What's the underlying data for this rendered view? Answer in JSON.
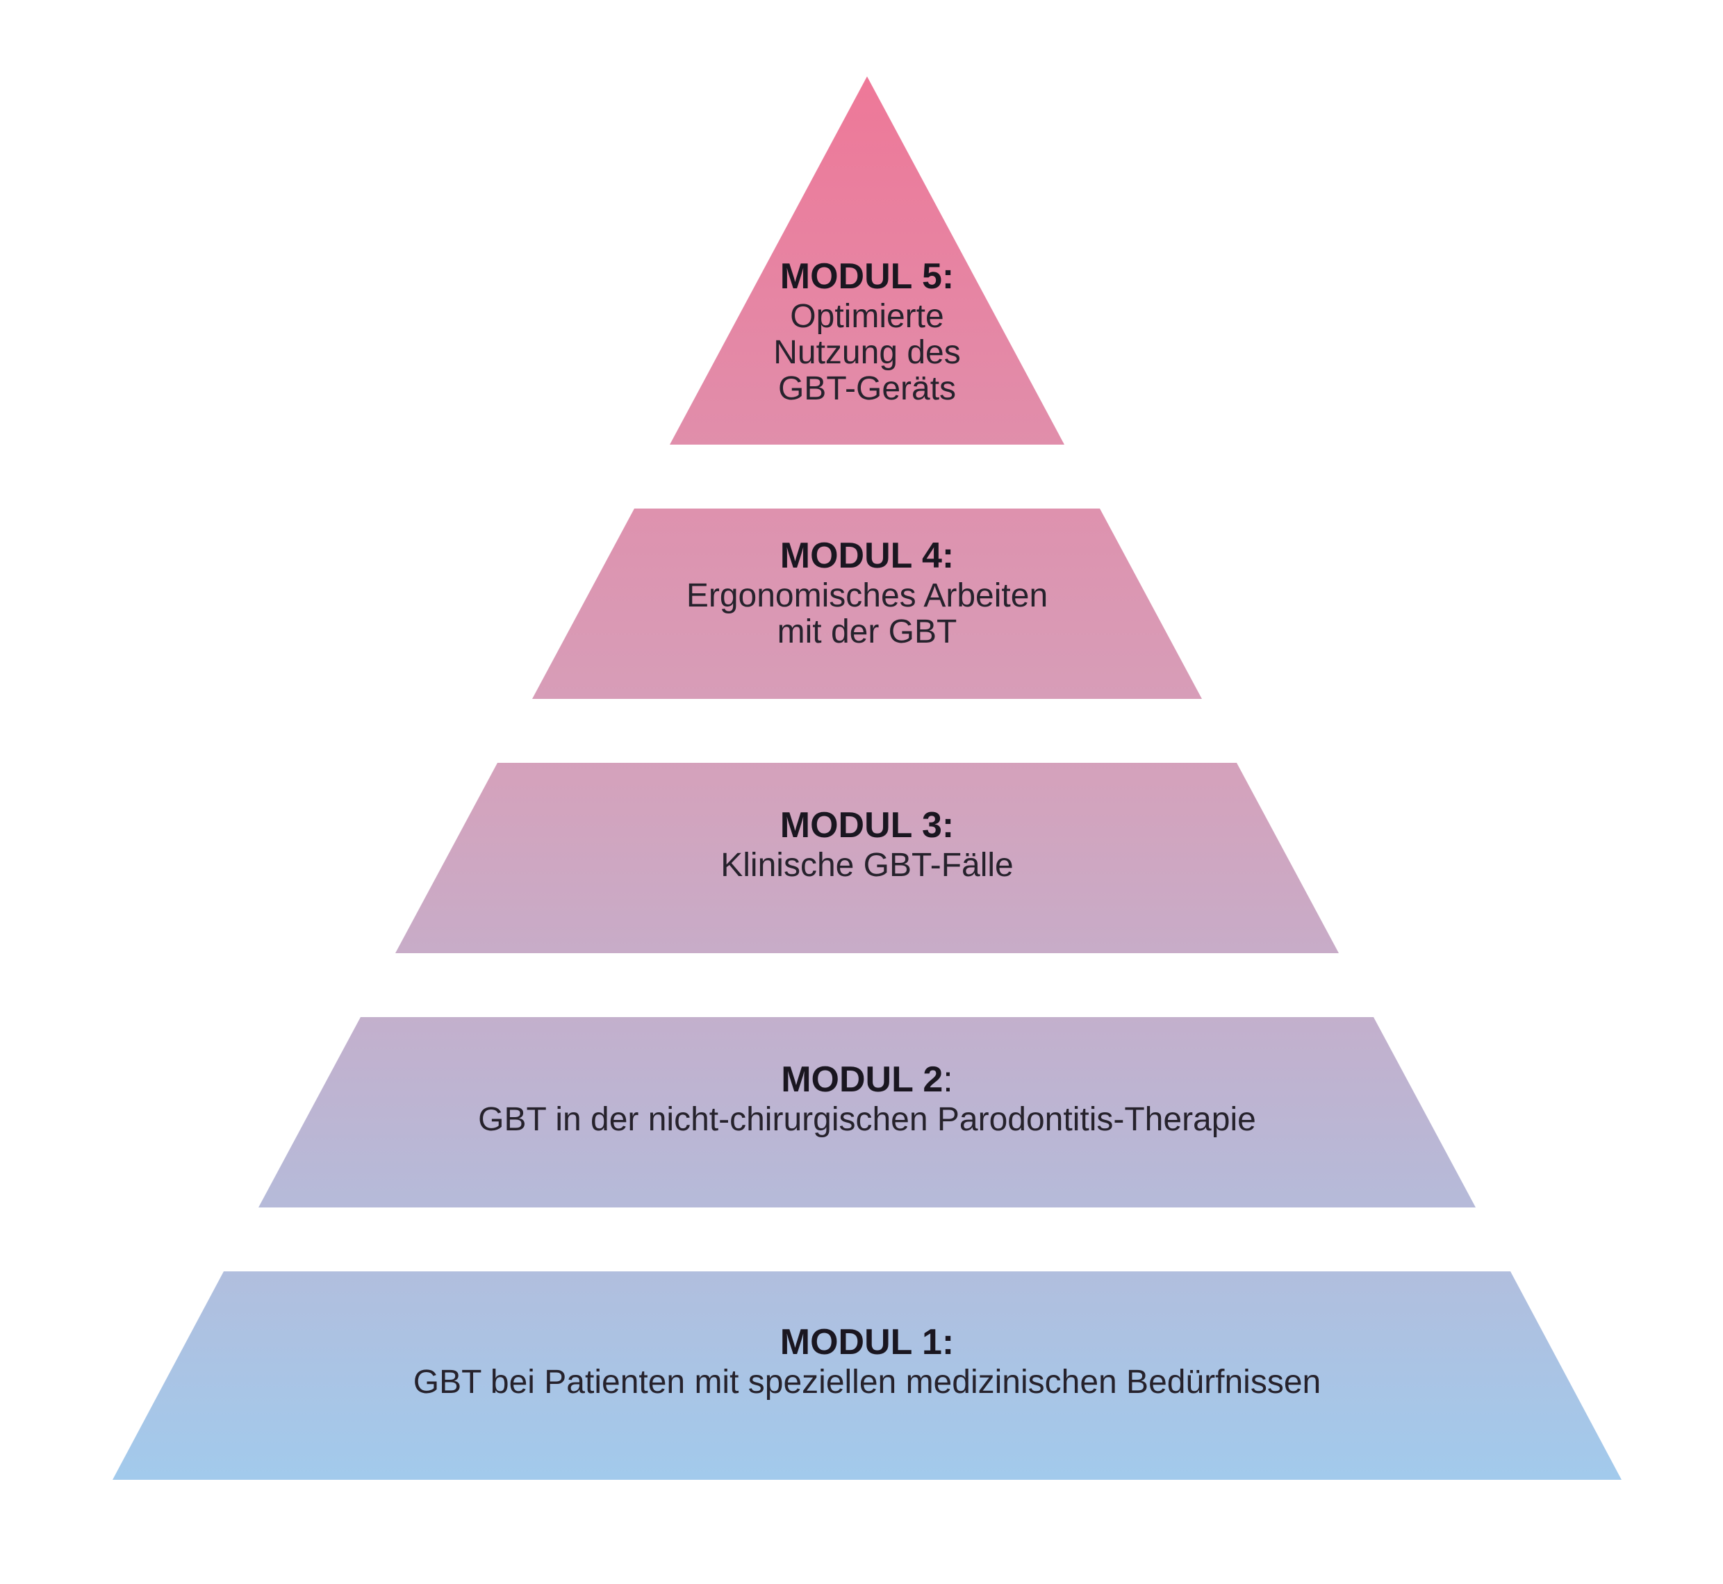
{
  "colors": {
    "top": "#ee7898",
    "bottom": "#a2caec",
    "text": "#1c1a22"
  },
  "levels": [
    {
      "title": "MODUL 5:",
      "description_lines": [
        "Optimierte",
        "Nutzung des",
        "GBT-Geräts"
      ]
    },
    {
      "title": "MODUL 4:",
      "description_lines": [
        "Ergonomisches Arbeiten",
        "mit der GBT"
      ]
    },
    {
      "title": "MODUL 3:",
      "description_lines": [
        "Klinische GBT-Fälle"
      ]
    },
    {
      "title": "MODUL 2",
      "title_suffix": ":",
      "description_lines": [
        "GBT in der nicht-chirurgischen Parodontitis-Therapie"
      ]
    },
    {
      "title": "MODUL 1:",
      "description_lines": [
        "GBT bei Patienten mit speziellen medizinischen Bedürfnissen"
      ]
    }
  ]
}
